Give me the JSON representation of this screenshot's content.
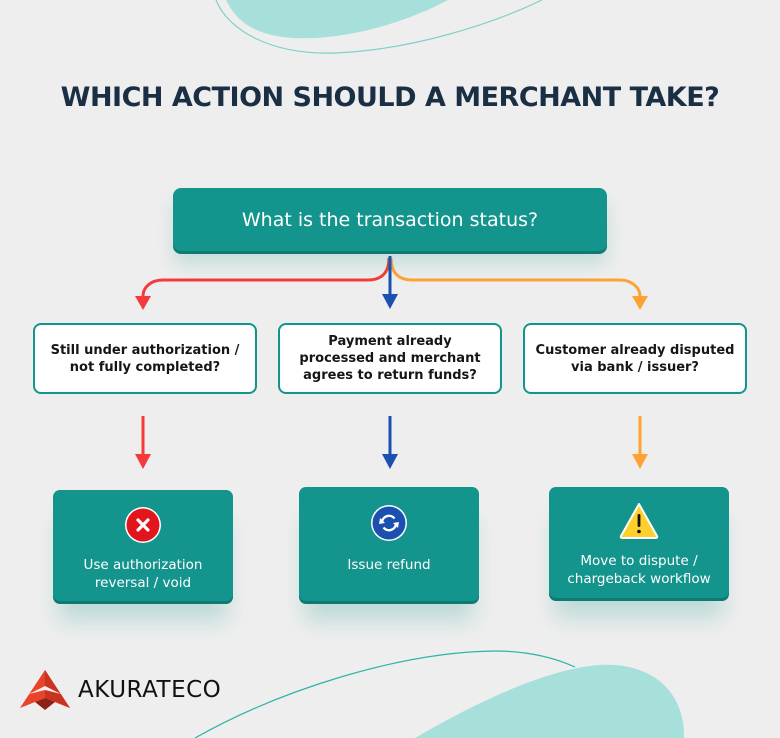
{
  "title": "WHICH ACTION SHOULD A MERCHANT TAKE?",
  "root": {
    "label": "What is the transaction status?"
  },
  "branches": [
    {
      "question": "Still under authorization / not fully completed?",
      "action": "Use authorization reversal / void",
      "icon": "x-circle-icon",
      "color": "#f43a3a"
    },
    {
      "question": "Payment already processed and merchant agrees to return funds?",
      "action": "Issue refund",
      "icon": "refresh-circle-icon",
      "color": "#1b4fb0"
    },
    {
      "question": "Customer already disputed via bank / issuer?",
      "action": "Move to dispute / chargeback workflow",
      "icon": "warning-triangle-icon",
      "color": "#ffa234"
    }
  ],
  "logo": {
    "text": "AKURATECO"
  },
  "colors": {
    "teal": "#13948c",
    "navy": "#1a2e44",
    "mint": "#a7e0da",
    "background": "#eeeeee"
  }
}
